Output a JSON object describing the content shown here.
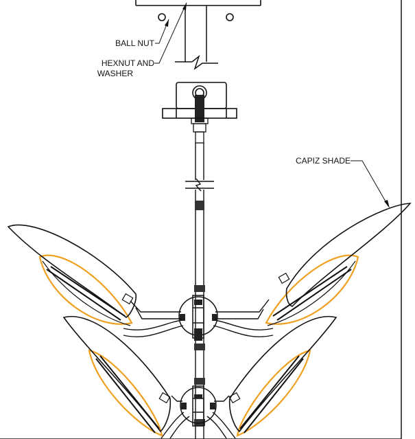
{
  "callouts": {
    "ball_nut": "BALL NUT",
    "hexnut_line1": "HEXNUT AND",
    "hexnut_line2": "WASHER",
    "capiz_shade": "CAPIZ SHADE"
  },
  "colors": {
    "line": "#111111",
    "shade_highlight": "#f0a020",
    "background": "#ffffff"
  }
}
